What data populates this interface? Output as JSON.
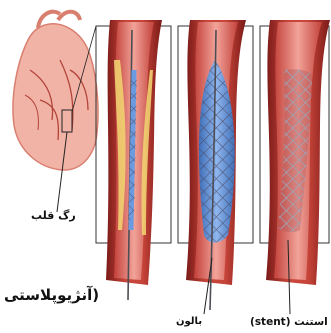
{
  "labels": {
    "title": "(آنژیوپلاستی",
    "heart_artery": "رگ قلب",
    "balloon": "بالون",
    "stent": "استنت (stent)"
  },
  "colors": {
    "vessel_wall": "#b7322a",
    "vessel_dark": "#7a1a18",
    "vessel_inner": "#e07a6e",
    "plaque": "#f0d070",
    "balloon": "#5b8fd6",
    "stent_mesh": "#cfcfd8",
    "heart": "#f1b3a6"
  }
}
